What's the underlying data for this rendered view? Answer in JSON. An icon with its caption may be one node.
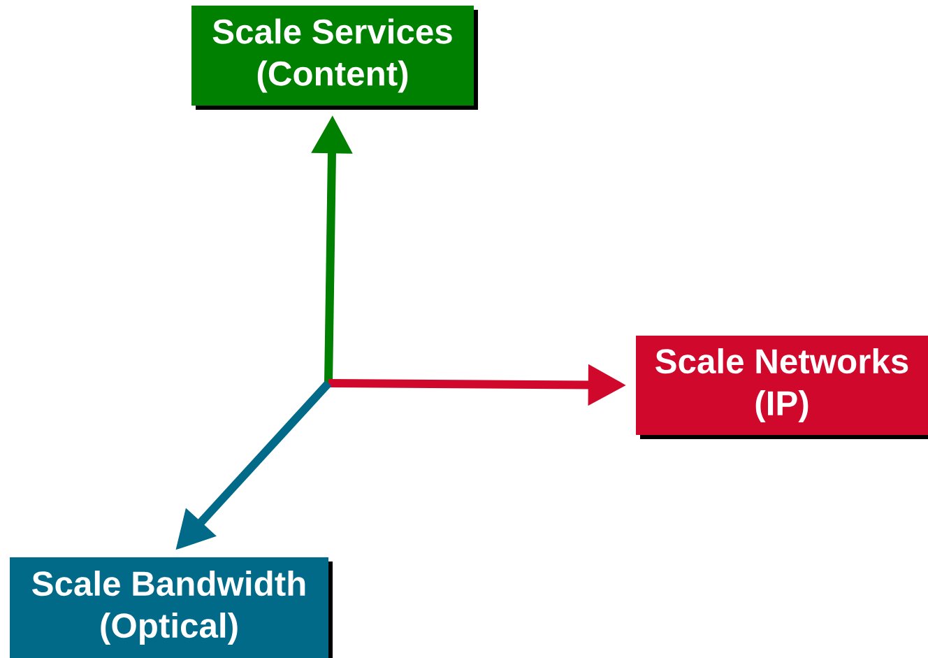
{
  "diagram": {
    "nodes": [
      {
        "text": [
          "Scale Services",
          "(Content)"
        ]
      },
      {
        "text": [
          "Scale Networks",
          "(IP)"
        ]
      },
      {
        "text": [
          "Scale Bandwidth",
          "(Optical)"
        ]
      }
    ],
    "edges": [
      {
        "from": null,
        "to": 0,
        "arrow": "to",
        "color": "#008000"
      },
      {
        "from": null,
        "to": 1,
        "arrow": "to",
        "color": "#d0082c"
      },
      {
        "from": null,
        "to": 2,
        "arrow": "to",
        "color": "#006a88"
      }
    ]
  }
}
